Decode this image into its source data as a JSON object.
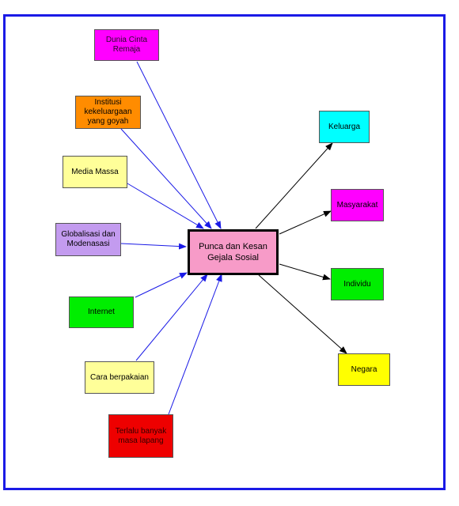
{
  "center": {
    "label": "Punca dan Kesan\nGejala Sosial",
    "color": "#f79bc8"
  },
  "causes": [
    {
      "id": "dunia",
      "label": "Dunia Cinta\nRemaja",
      "color": "#ff00ff",
      "text_color": "#2a0a2a"
    },
    {
      "id": "institusi",
      "label": "Institusi\nkekeluargaan\nyang goyah",
      "color": "#ff8c00",
      "text_color": "#000000"
    },
    {
      "id": "media",
      "label": "Media Massa",
      "color": "#ffff99",
      "text_color": "#000000"
    },
    {
      "id": "global",
      "label": "Globalisasi dan\nModenasasi",
      "color": "#c39bef",
      "text_color": "#000000"
    },
    {
      "id": "internet",
      "label": "Internet",
      "color": "#00ee00",
      "text_color": "#000000"
    },
    {
      "id": "pakaian",
      "label": "Cara berpakaian",
      "color": "#ffff99",
      "text_color": "#000000"
    },
    {
      "id": "lapang",
      "label": "Terlalu banyak\nmasa lapang",
      "color": "#ee0000",
      "text_color": "#330000"
    }
  ],
  "effects": [
    {
      "id": "keluarga",
      "label": "Keluarga",
      "color": "#00ffff"
    },
    {
      "id": "masyarakat",
      "label": "Masyarakat",
      "color": "#ff00ff"
    },
    {
      "id": "individu",
      "label": "Individu",
      "color": "#00ee00"
    },
    {
      "id": "negara",
      "label": "Negara",
      "color": "#ffff00"
    }
  ],
  "colors": {
    "frame": "#1a1ae6",
    "cause_arrow": "#1a1ae6",
    "effect_arrow": "#000000"
  }
}
